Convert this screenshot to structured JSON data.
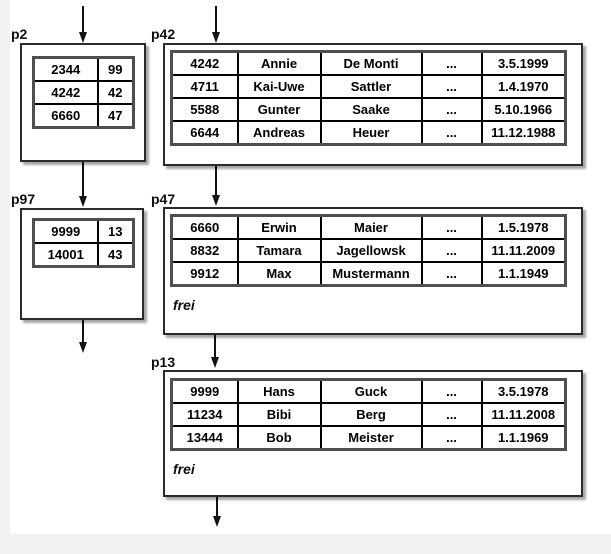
{
  "diagram": {
    "description": "index and data pages linked by pointers",
    "boxes": {
      "p2": {
        "label": "p2",
        "rows": [
          [
            "2344",
            "99"
          ],
          [
            "4242",
            "42"
          ],
          [
            "6660",
            "47"
          ]
        ]
      },
      "p97": {
        "label": "p97",
        "rows": [
          [
            "9999",
            "13"
          ],
          [
            "14001",
            "43"
          ]
        ]
      },
      "p42": {
        "label": "p42",
        "rows": [
          [
            "4242",
            "Annie",
            "De Monti",
            "...",
            "3.5.1999"
          ],
          [
            "4711",
            "Kai-Uwe",
            "Sattler",
            "...",
            "1.4.1970"
          ],
          [
            "5588",
            "Gunter",
            "Saake",
            "...",
            "5.10.1966"
          ],
          [
            "6644",
            "Andreas",
            "Heuer",
            "...",
            "11.12.1988"
          ]
        ]
      },
      "p47": {
        "label": "p47",
        "rows": [
          [
            "6660",
            "Erwin",
            "Maier",
            "...",
            "1.5.1978"
          ],
          [
            "8832",
            "Tamara",
            "Jagellowsk",
            "...",
            "11.11.2009"
          ],
          [
            "9912",
            "Max",
            "Mustermann",
            "...",
            "1.1.1949"
          ]
        ],
        "footer": "frei"
      },
      "p13": {
        "label": "p13",
        "rows": [
          [
            "9999",
            "Hans",
            "Guck",
            "...",
            "3.5.1978"
          ],
          [
            "11234",
            "Bibi",
            "Berg",
            "...",
            "11.11.2008"
          ],
          [
            "13444",
            "Bob",
            "Meister",
            "...",
            "1.1.1969"
          ]
        ],
        "footer": "frei"
      }
    },
    "edges": [
      {
        "from": "above",
        "to": "p2"
      },
      {
        "from": "p2",
        "to": "p97"
      },
      {
        "from": "p97",
        "to": "below"
      },
      {
        "from": "above",
        "to": "p42"
      },
      {
        "from": "p42",
        "to": "p47"
      },
      {
        "from": "p47",
        "to": "p13"
      },
      {
        "from": "p13",
        "to": "below"
      }
    ],
    "colors": {
      "line": "#131313",
      "box_border": "#2b2b2b",
      "table_border": "#000000",
      "background": "#f2f2f2",
      "surface": "#ffffff"
    }
  }
}
